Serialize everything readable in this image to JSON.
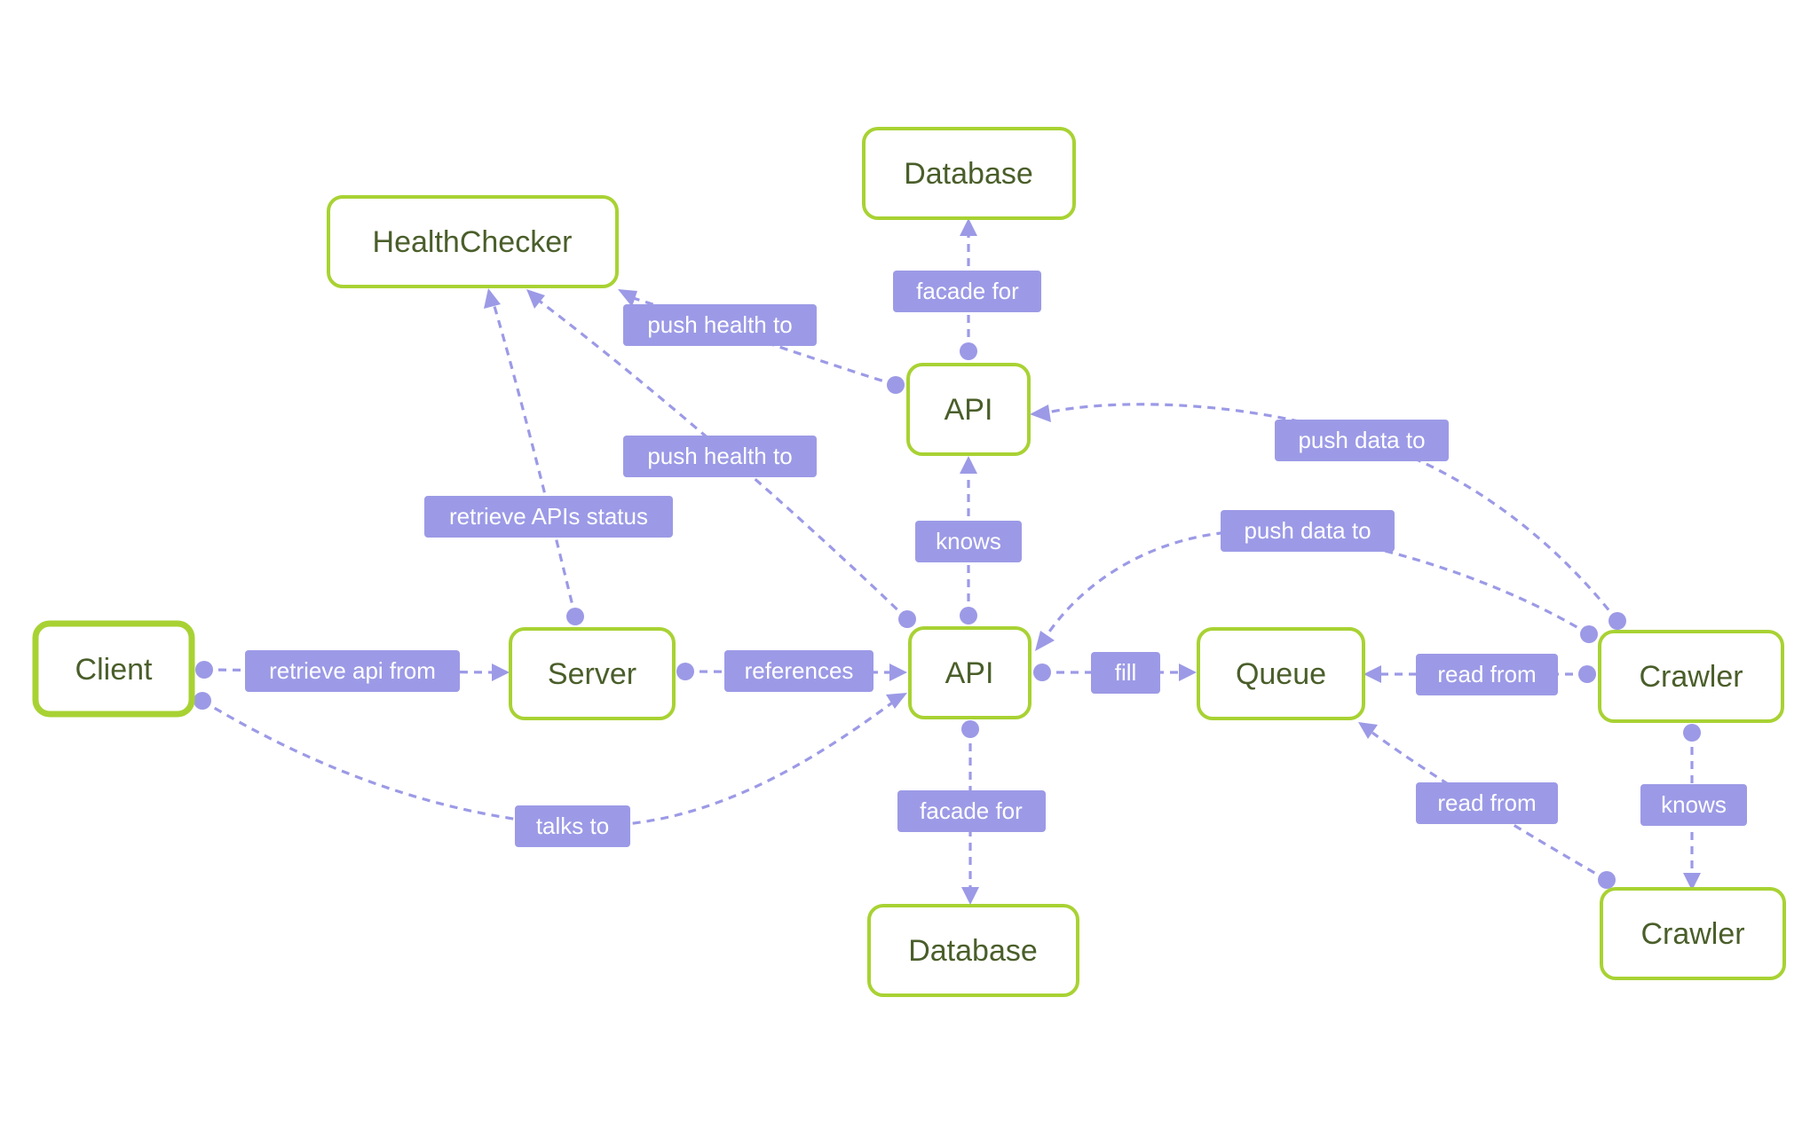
{
  "nodes": {
    "healthchecker": "HealthChecker",
    "database_top": "Database",
    "api_top": "API",
    "client": "Client",
    "server": "Server",
    "api_main": "API",
    "queue": "Queue",
    "crawler_main": "Crawler",
    "crawler_bottom": "Crawler",
    "database_bottom": "Database"
  },
  "edges": {
    "api_top_facade_db": "facade for",
    "api_top_push_health": "push health to",
    "api_main_push_health": "push health to",
    "server_retrieve_status": "retrieve APIs status",
    "api_main_knows_api_top": "knows",
    "crawler_push_api_top": "push data to",
    "crawler_push_api_main": "push data to",
    "client_retrieve_server": "retrieve api from",
    "server_references_api": "references",
    "api_fill_queue": "fill",
    "crawler_read_queue": "read from",
    "client_talks_api": "talks to",
    "api_main_facade_db": "facade for",
    "crawler_bottom_read_queue": "read from",
    "crawler_knows_crawler": "knows"
  }
}
